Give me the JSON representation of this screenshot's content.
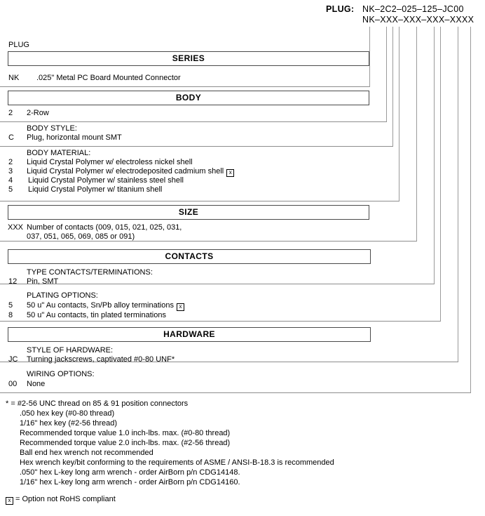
{
  "header": {
    "label": "PLUG:",
    "example": "NK–2C2–025–125–JC00",
    "template": "NK–XXX–XXX–XXX–XXXX"
  },
  "top_label": "PLUG",
  "sections": [
    {
      "title": "SERIES",
      "group_head": null,
      "options": [
        {
          "code": "NK",
          "desc": ".025\" Metal PC Board Mounted Connector",
          "rohs": false
        }
      ]
    },
    {
      "title": "BODY",
      "group_head": null,
      "options": [
        {
          "code": "2",
          "desc": "2-Row",
          "rohs": false
        }
      ]
    },
    {
      "title": null,
      "group_head": "BODY STYLE:",
      "options": [
        {
          "code": "C",
          "desc": "Plug, horizontal mount SMT",
          "rohs": false
        }
      ]
    },
    {
      "title": null,
      "group_head": "BODY MATERIAL:",
      "options": [
        {
          "code": "2",
          "desc": "Liquid Crystal Polymer w/ electroless nickel shell",
          "rohs": false
        },
        {
          "code": "3",
          "desc": "Liquid Crystal Polymer w/ electrodeposited  cadmium shell",
          "rohs": true
        },
        {
          "code": "4",
          "desc": "Liquid Crystal Polymer w/ stainless steel shell",
          "rohs": false
        },
        {
          "code": "5",
          "desc": "Liquid Crystal Polymer w/ titanium shell",
          "rohs": false
        }
      ]
    },
    {
      "title": "SIZE",
      "group_head": null,
      "options": [
        {
          "code": "XXX",
          "desc": "Number of contacts (009, 015, 021, 025, 031,",
          "desc2": "037, 051, 065, 069, 085 or 091)",
          "rohs": false
        }
      ]
    },
    {
      "title": "CONTACTS",
      "group_head": "TYPE CONTACTS/TERMINATIONS:",
      "options": [
        {
          "code": "12",
          "desc": "Pin, SMT",
          "rohs": false
        }
      ]
    },
    {
      "title": null,
      "group_head": "PLATING OPTIONS:",
      "options": [
        {
          "code": "5",
          "desc": "50 u\" Au contacts, Sn/Pb alloy terminations",
          "rohs": true
        },
        {
          "code": "8",
          "desc": "50 u\" Au contacts, tin plated terminations",
          "rohs": false
        }
      ]
    },
    {
      "title": "HARDWARE",
      "group_head": "STYLE OF HARDWARE:",
      "options": [
        {
          "code": "JC",
          "desc": "Turning jackscrews, captivated #0-80 UNF*",
          "rohs": false
        }
      ]
    },
    {
      "title": null,
      "group_head": "WIRING OPTIONS:",
      "options": [
        {
          "code": "00",
          "desc": "None",
          "rohs": false
        }
      ]
    }
  ],
  "footnotes": [
    "* = #2-56 UNC thread on 85 & 91 position connectors",
    ".050 hex key (#0-80 thread)",
    "1/16\" hex key (#2-56 thread)",
    "Recommended torque value 1.0 inch-lbs. max. (#0-80 thread)",
    "Recommended torque value 2.0 inch-lbs. max. (#2-56 thread)",
    "Ball end hex wrench not recommended",
    "Hex wrench key/bit conforming to the requirements of ASME / ANSI-B-18.3 is recommended",
    ".050\" hex L-key long arm wrench - order AirBorn p/n CDG14148.",
    "1/16\" hex L-key long arm wrench - order AirBorn p/n CDG14160."
  ],
  "legend": {
    "symbol": "☒",
    "text": "= Option not RoHS compliant"
  },
  "colors": {
    "line": "#9a9a9a",
    "box_border": "#4a4a4a",
    "rule": "#8d8d8d",
    "text": "#000000"
  }
}
